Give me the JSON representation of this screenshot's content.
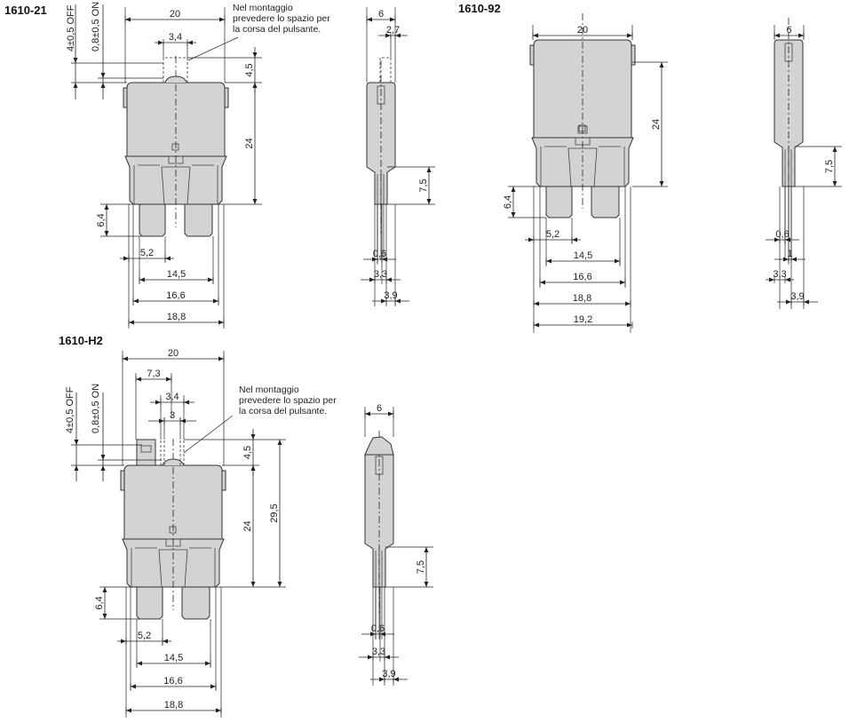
{
  "drawings": {
    "d1610_21": {
      "title": "1610-21",
      "off_label": "4±0,5 OFF",
      "on_label": "0,8±0,5 ON",
      "note": [
        "Nel montaggio",
        "prevedere lo spazio per",
        "la corsa del pulsante."
      ],
      "front": {
        "w20": "20",
        "w34": "3,4",
        "h45": "4,5",
        "h24": "24",
        "h64": "6,4",
        "w52": "5,2",
        "w145": "14,5",
        "w166": "16,6",
        "w188": "18,8"
      },
      "side": {
        "w6": "6",
        "w27": "2,7",
        "h75": "7,5",
        "w06": "0,6",
        "w33": "3,3",
        "w39": "3,9"
      }
    },
    "d1610_92": {
      "title": "1610-92",
      "front": {
        "w20": "20",
        "h24": "24",
        "h64": "6,4",
        "w52": "5,2",
        "w145": "14,5",
        "w166": "16,6",
        "w188": "18,8",
        "w192": "19,2"
      },
      "side": {
        "w6": "6",
        "h75": "7,5",
        "w06": "0,6",
        "w1": "1",
        "w33": "3,3",
        "w39": "3,9"
      }
    },
    "d1610_H2": {
      "title": "1610-H2",
      "off_label": "4±0,5 OFF",
      "on_label": "0,8±0,5 ON",
      "note": [
        "Nel montaggio",
        "prevedere lo spazio per",
        "la corsa del pulsante."
      ],
      "front": {
        "w20": "20",
        "w73": "7,3",
        "w34": "3,4",
        "w3": "3",
        "h45": "4,5",
        "h24": "24",
        "h295": "29,5",
        "h64": "6,4",
        "w52": "5,2",
        "w145": "14,5",
        "w166": "16,6",
        "w188": "18,8"
      },
      "side": {
        "w6": "6",
        "h75": "7,5",
        "w06": "0,6",
        "w33": "3,3",
        "w39": "3,9"
      }
    }
  }
}
